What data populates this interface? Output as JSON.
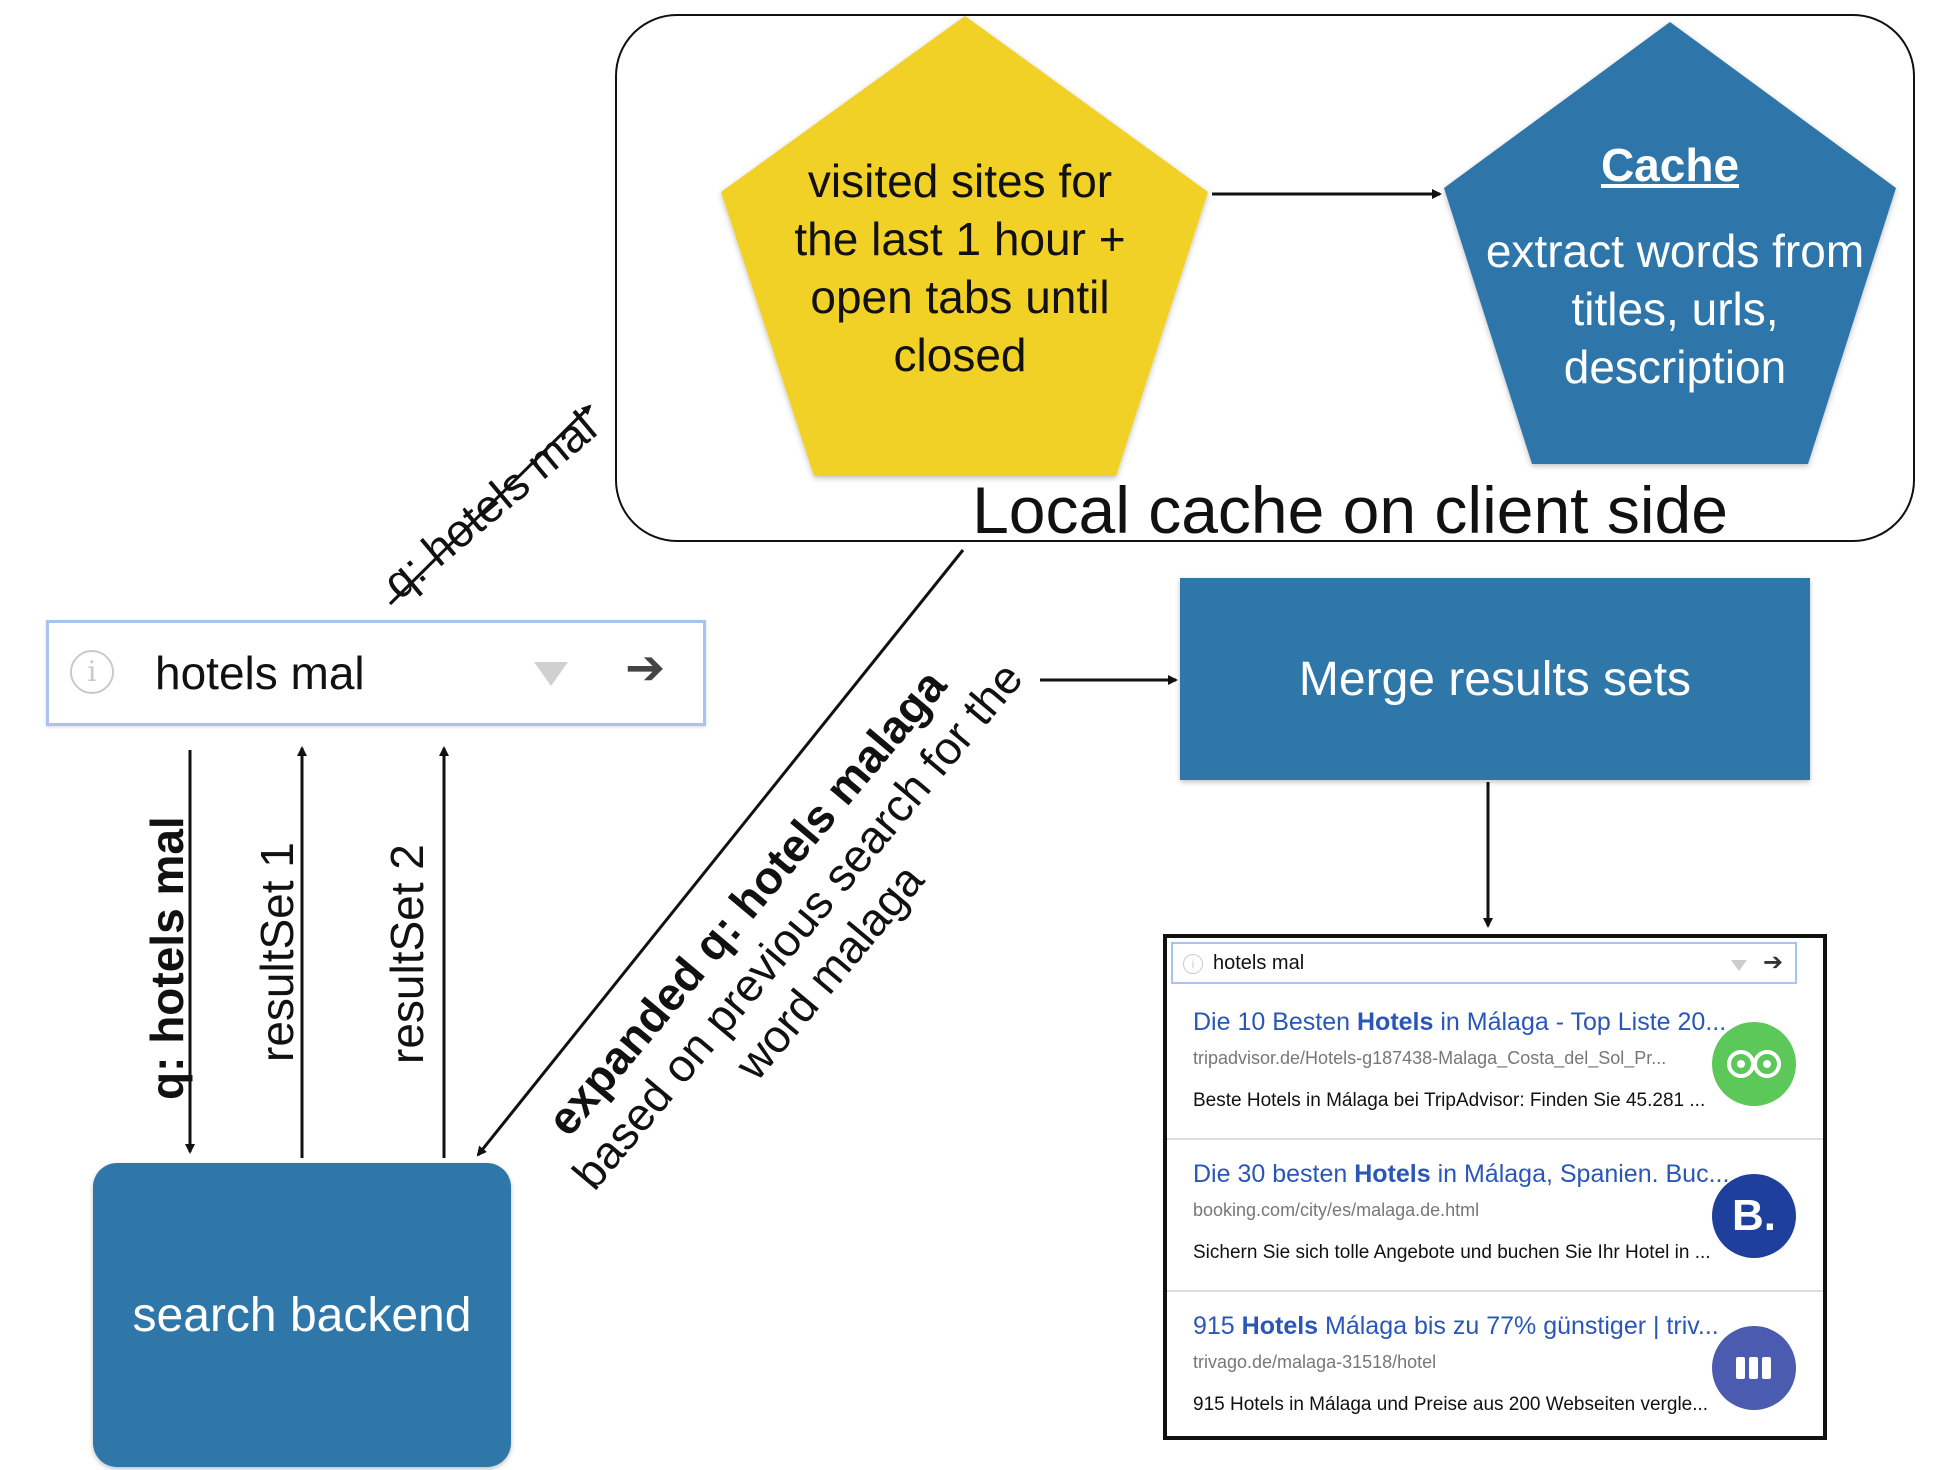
{
  "local_cache": {
    "caption": "Local cache on client side",
    "visited_sites": "visited sites for the last 1 hour + open tabs until closed",
    "cache_title": "Cache",
    "cache_body": "extract words from titles, urls, description"
  },
  "searchbar": {
    "query": "hotels mal"
  },
  "labels": {
    "q_hotels_mal_up": "q: hotels mal",
    "q_hotels_mal_down": "q: hotels mal",
    "result_set_1": "resultSet 1",
    "result_set_2": "resultSet 2",
    "expanded_prefix": "expanded q: hotels malaga",
    "expanded_line2": "based on previous search for the",
    "expanded_line3": "word malaga"
  },
  "backend": {
    "label": "search backend"
  },
  "merge": {
    "label": "Merge results sets"
  },
  "results": {
    "query": "hotels mal",
    "items": [
      {
        "title_pre": "Die 10 Besten ",
        "title_bold": "Hotels",
        "title_post": " in Málaga - Top Liste 20...",
        "url": "tripadvisor.de/Hotels-g187438-Malaga_Costa_del_Sol_Pr...",
        "desc": "Beste Hotels in Málaga bei TripAdvisor: Finden Sie 45.281 ...",
        "logo": "tripadvisor-owl-icon",
        "logo_color": "#5dc85a"
      },
      {
        "title_pre": "Die 30 besten ",
        "title_bold": "Hotels",
        "title_post": " in Málaga, Spanien. Buc...",
        "url": "booking.com/city/es/malaga.de.html",
        "desc": "Sichern Sie sich tolle Angebote und buchen Sie Ihr Hotel in ...",
        "logo_text": "B.",
        "logo_color": "#1f3f9c"
      },
      {
        "title_pre": "915 ",
        "title_bold": "Hotels",
        "title_post": " Málaga bis zu 77% günstiger | triv...",
        "url": "trivago.de/malaga-31518/hotel",
        "desc": "915 Hotels in Málaga und Preise aus 200 Webseiten vergle...",
        "logo": "trivago-bars-icon",
        "logo_color": "#4a5bb0"
      }
    ]
  },
  "colors": {
    "yellow_pentagon": "#f1d125",
    "blue": "#2f76a9"
  }
}
